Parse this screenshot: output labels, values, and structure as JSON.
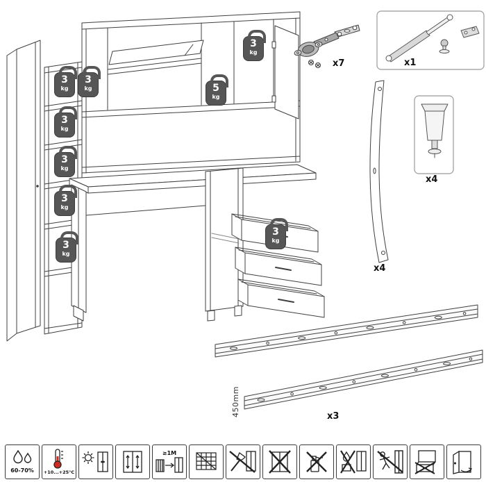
{
  "weights": [
    {
      "value": "3",
      "unit": "kg"
    },
    {
      "value": "3",
      "unit": "kg"
    },
    {
      "value": "3",
      "unit": "kg"
    },
    {
      "value": "3",
      "unit": "kg"
    },
    {
      "value": "3",
      "unit": "kg"
    },
    {
      "value": "3",
      "unit": "kg"
    },
    {
      "value": "5",
      "unit": "kg"
    },
    {
      "value": "3",
      "unit": "kg"
    },
    {
      "value": "3",
      "unit": "kg"
    }
  ],
  "parts": {
    "hinge": {
      "qty": "x7"
    },
    "gas_strut": {
      "qty": "x1"
    },
    "back_strip": {
      "qty": "x4"
    },
    "leg": {
      "qty": "x4"
    },
    "drawer_slide": {
      "qty": "x3",
      "length": "450mm"
    }
  },
  "care_icons": [
    {
      "name": "humidity",
      "label": "60-70%"
    },
    {
      "name": "temperature",
      "label": "+10...+25°C"
    },
    {
      "name": "no-direct-sunlight",
      "label": ""
    },
    {
      "name": "door-adjustment",
      "label": ""
    },
    {
      "name": "heat-distance",
      "label": "≥1M"
    },
    {
      "name": "ventilation",
      "label": ""
    },
    {
      "name": "no-sharp-tools",
      "label": ""
    },
    {
      "name": "no-solvents",
      "label": ""
    },
    {
      "name": "no-abrasive-spray",
      "label": ""
    },
    {
      "name": "no-wet-cleaning",
      "label": ""
    },
    {
      "name": "no-climbing",
      "label": ""
    },
    {
      "name": "no-drawer-overload",
      "label": ""
    },
    {
      "name": "door-care",
      "label": ""
    }
  ]
}
